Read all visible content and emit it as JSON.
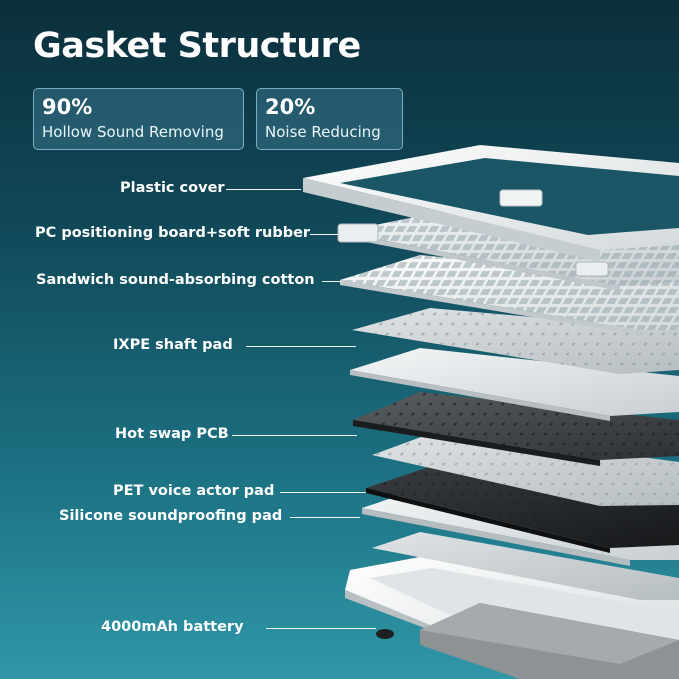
{
  "title": "Gasket Structure",
  "stats": [
    {
      "value": "90%",
      "label": "Hollow Sound Removing"
    },
    {
      "value": "20%",
      "label": "Noise Reducing"
    }
  ],
  "layers": [
    "Plastic cover",
    "PC positioning board+soft rubber",
    "Sandwich sound-absorbing cotton",
    "IXPE shaft pad",
    "Hot swap PCB",
    "PET voice actor pad",
    "Silicone soundproofing pad",
    "4000mAh battery"
  ],
  "colors": {
    "background_top": "#0b2f3c",
    "background_bottom": "#2f97a8",
    "text": "#ffffff",
    "stat_border": "#aadceb"
  }
}
